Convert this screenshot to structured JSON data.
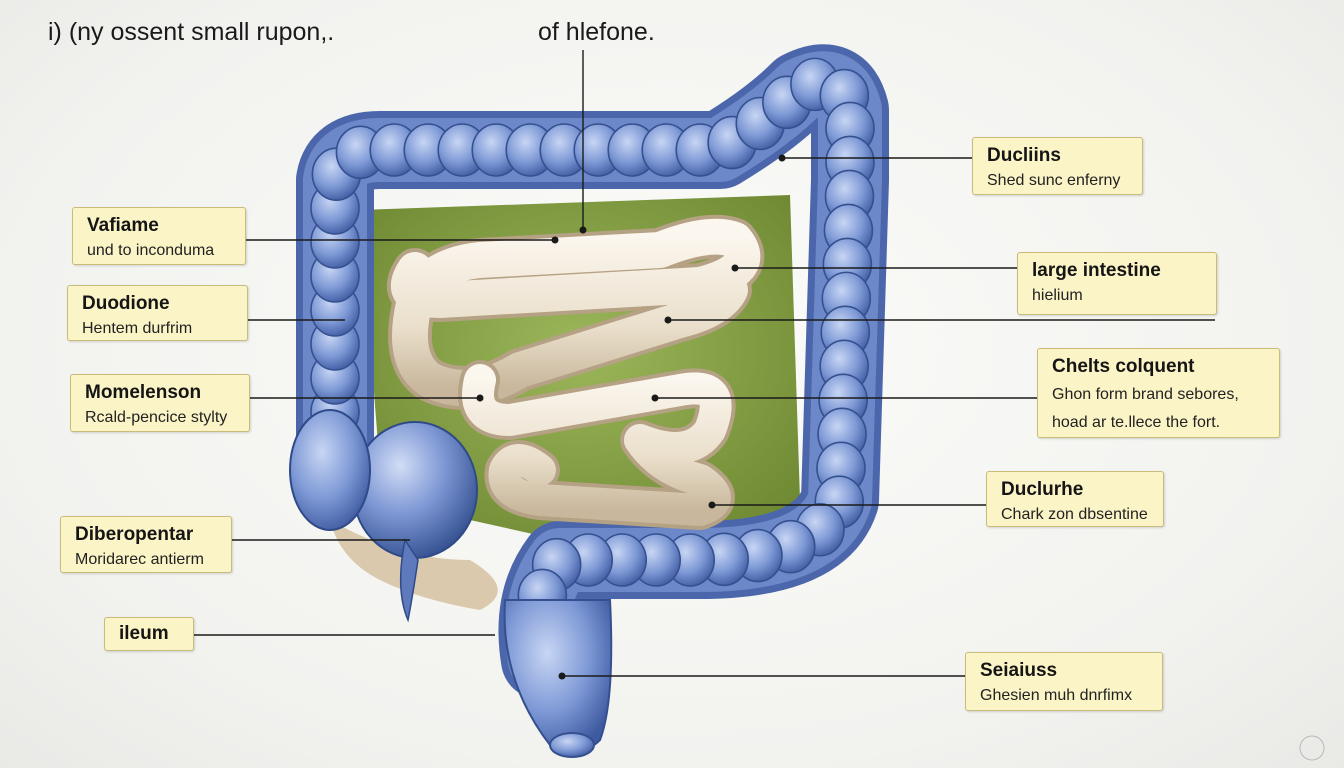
{
  "titles": {
    "left": "i) (ny ossent small rupon,.",
    "center": "of hlefone."
  },
  "labels": [
    {
      "id": "vafiame",
      "title": "Vafiame",
      "sub": "und to inconduma"
    },
    {
      "id": "duodione",
      "title": "Duodione",
      "sub": "Hentem durfrim"
    },
    {
      "id": "momelenson",
      "title": "Momelenson",
      "sub": "Rcald-pencice stylty"
    },
    {
      "id": "diberopentar",
      "title": "Diberopentar",
      "sub": "Moridarec antierm"
    },
    {
      "id": "ileum",
      "title": "ileum",
      "sub": ""
    },
    {
      "id": "ducliins",
      "title": "Ducliins",
      "sub": "Shed sunc enferny"
    },
    {
      "id": "large-intestine",
      "title": "large intestine",
      "sub": "hielium"
    },
    {
      "id": "chelts-colquent",
      "title": "Chelts colquent",
      "sub": "Ghon form brand sebores,\nhoad ar te.llece the fort."
    },
    {
      "id": "duclurhe",
      "title": "Duclurhe",
      "sub": "Chark zon dbsentine"
    },
    {
      "id": "seiaiuss",
      "title": "Seiaiuss",
      "sub": "Ghesien muh dnrfimx"
    }
  ],
  "colors": {
    "colon": "#7f9ad6",
    "colon_dark": "#3e5aa0",
    "small_intestine": "#efe6d6",
    "mesentery": "#8aa44a",
    "label_fill": "#fbf4c6",
    "label_border": "#c9bb7a"
  }
}
